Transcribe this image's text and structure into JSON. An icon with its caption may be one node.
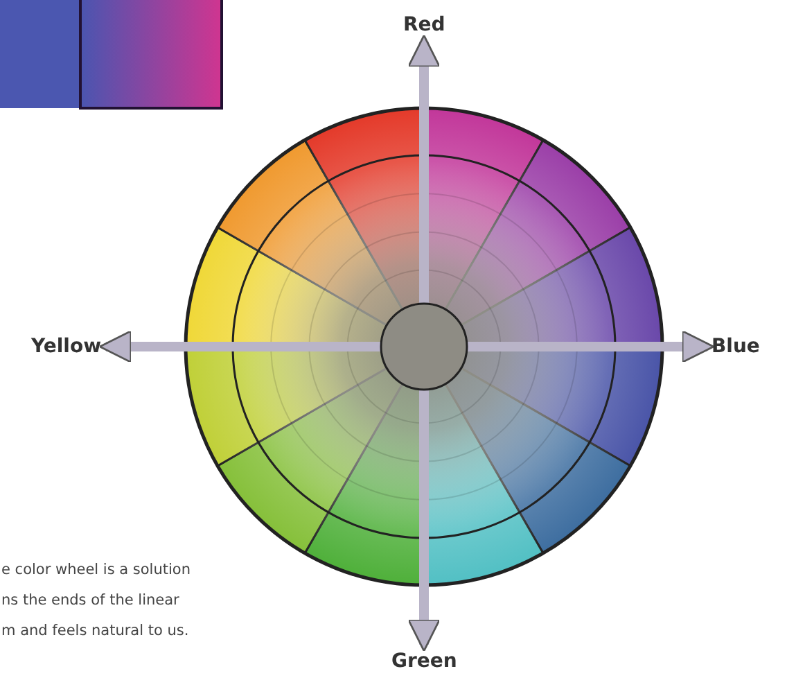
{
  "diagram": {
    "nodes": [
      {
        "text": [
          "Red"
        ]
      },
      {
        "text": [
          "Yellow"
        ]
      },
      {
        "text": [
          "Blue"
        ]
      },
      {
        "text": [
          "Green"
        ]
      }
    ],
    "edges": [
      {
        "from": 0,
        "to": 3,
        "arrow": "both"
      },
      {
        "from": 1,
        "to": 2,
        "arrow": "both"
      }
    ],
    "labels": [
      "e color wheel is a solution",
      "ns the ends of the linear",
      "m and feels natural to us."
    ]
  }
}
